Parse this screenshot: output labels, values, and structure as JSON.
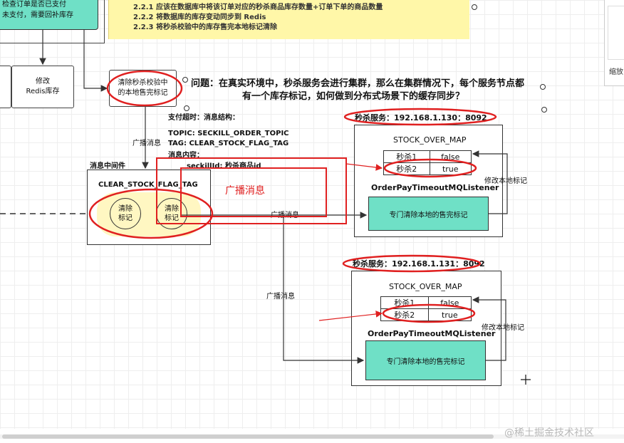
{
  "top_left_box": {
    "line1": "检查订单是否已支付",
    "line2": "未支付，需要回补库存"
  },
  "notes": [
    "2.2.1 应该在数据库中将该订单对应的秒杀商品库存数量+订单下单的商品数量",
    "2.2.2 将数据库的库存变动同步到 Redis",
    "2.2.3 将秒杀校验中的库存售完本地标记清除"
  ],
  "modify_redis": {
    "line1": "修改",
    "line2": "Redis库存"
  },
  "clear_local": {
    "line1": "清除秒杀校验中",
    "line2": "的本地售完标记"
  },
  "question": {
    "line1": "问题：在真实环境中，秒杀服务会进行集群，那么在集群情况下，每个服务节点都",
    "line2": "有一个库存标记，如何做到分布式场景下的缓存同步？"
  },
  "payment_timeout": "支付超时：消息结构：",
  "topic": "TOPIC: SECKILL_ORDER_TOPIC",
  "tag": "TAG: CLEAR_STOCK_FLAG_TAG",
  "msg_content": "消息内容：",
  "seckill_id": "seckillId: 秒杀商品id",
  "broadcast_label": "广播消息",
  "mq": {
    "title": "消息中间件",
    "tag_name": "CLEAR_STOCK_FLAG_TAG",
    "circle1": {
      "line1": "清除",
      "line2": "标记"
    },
    "circle2": {
      "line1": "清除",
      "line2": "标记"
    }
  },
  "big_broadcast": "广播消息",
  "servers": [
    {
      "label": "秒杀服务：192.168.1.130：8092",
      "map_title": "STOCK_OVER_MAP",
      "rows": [
        {
          "key": "秒杀1",
          "value": "false"
        },
        {
          "key": "秒杀2",
          "value": "true"
        }
      ],
      "listener": "OrderPayTimeoutMQListener",
      "action": "专门清除本地的售完标记",
      "modify_label": "修改本地标记"
    },
    {
      "label": "秒杀服务：192.168.1.131：8092",
      "map_title": "STOCK_OVER_MAP",
      "rows": [
        {
          "key": "秒杀1",
          "value": "false"
        },
        {
          "key": "秒杀2",
          "value": "true"
        }
      ],
      "listener": "OrderPayTimeoutMQListener",
      "action": "专门清除本地的售完标记",
      "modify_label": "修改本地标记"
    }
  ],
  "right_panel_text": "缩放",
  "watermark": "@稀土掘金技术社区",
  "colors": {
    "note_bg": "#fff7a8",
    "teal": "#6fe0c6",
    "annotation_red": "#e02020",
    "circle_fill": "#fff7c2"
  }
}
